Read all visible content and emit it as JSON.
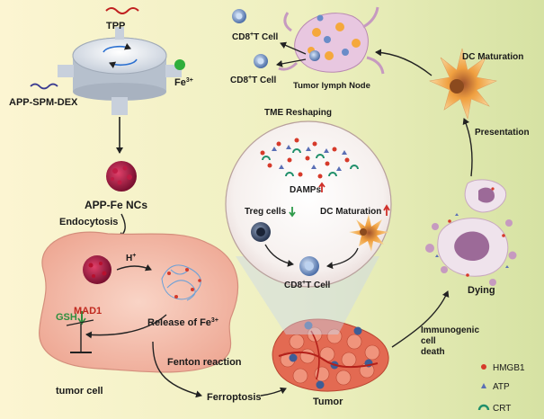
{
  "labels": {
    "tpp": "TPP",
    "app_spm_dex": "APP-SPM-DEX",
    "fe3": "Fe",
    "fe3_sup": "3+",
    "app_fe_ncs": "APP-Fe NCs",
    "endocytosis": "Endocytosis",
    "h_plus": "H",
    "h_plus_sup": "+",
    "gsh": "GSH",
    "mad1": "MAD1",
    "release_fe": "Release of Fe",
    "release_fe_sup": "3+",
    "fenton": "Fenton reaction",
    "tumor_cell": "tumor cell",
    "ferroptosis": "Ferroptosis",
    "tumor": "Tumor",
    "tme_reshaping": "TME Reshaping",
    "damps": "DAMPs",
    "treg": "Treg cells",
    "dc_maturation_inner": "DC Maturation",
    "cd8_inner_pre": "CD8",
    "cd8_inner_sup": "+",
    "cd8_inner_post": "T Cell",
    "cd8_top1_pre": "CD8",
    "cd8_top1_sup": "+",
    "cd8_top1_post": "T Cell",
    "cd8_top2_pre": "CD8",
    "cd8_top2_sup": "+",
    "cd8_top2_post": "T Cell",
    "tumor_lymph_node": "Tumor lymph  Node",
    "dc_maturation": "DC Maturation",
    "presentation": "Presentation",
    "dying": "Dying",
    "icd_line1": "Immunogenic",
    "icd_line2": "cell",
    "icd_line3": "death"
  },
  "legend": [
    {
      "label": "HMGB1",
      "color": "#d63a2a",
      "icon": "dot-icon"
    },
    {
      "label": "ATP",
      "color": "#5a6fb5",
      "icon": "triangle-icon"
    },
    {
      "label": "CRT",
      "color": "#1f8f6a",
      "icon": "crescent-icon"
    }
  ],
  "colors": {
    "bg_left": "#fbf3cf",
    "bg_right": "#d8e3a6",
    "arrow": "#222222",
    "up_arrow": "#d0302a",
    "down_arrow": "#2e9a4a",
    "tumor_cell": "#f2b7a6",
    "gsh": "#2e8f3e",
    "mad1": "#c0281e"
  }
}
